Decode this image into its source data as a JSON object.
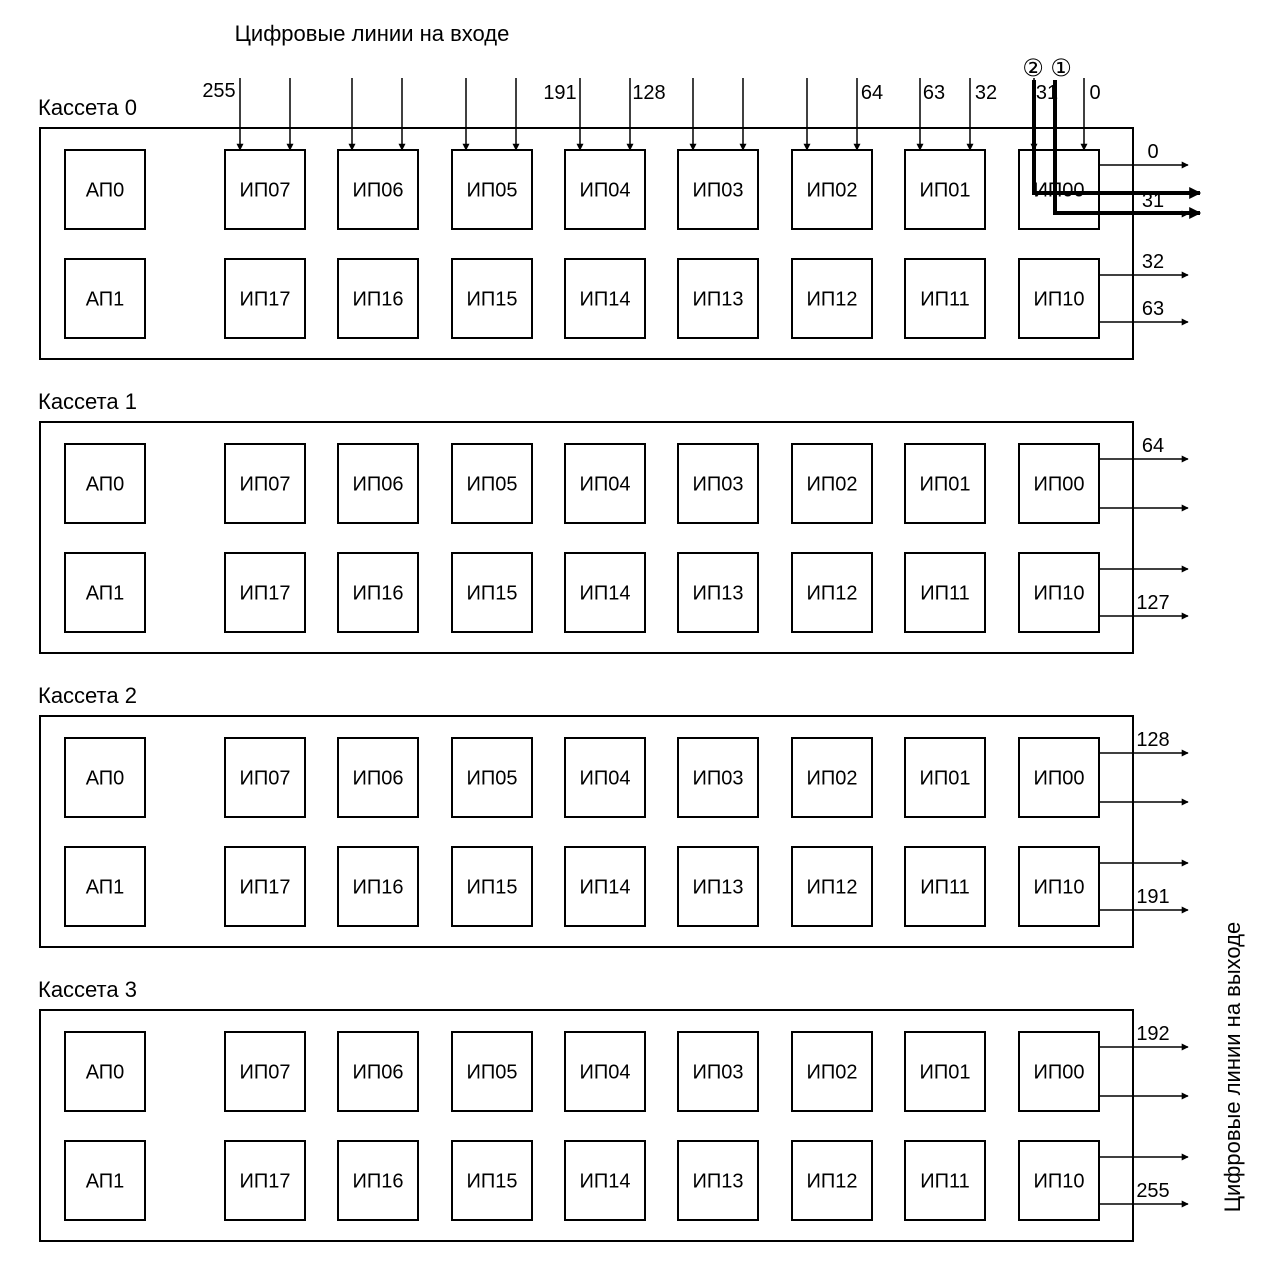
{
  "input_title": "Цифровые линии на входе",
  "output_title": "Цифровые линии на выходе",
  "cassettes": [
    {
      "title": "Кассета 0",
      "output_labels": [
        "0",
        "31",
        "32",
        "63"
      ]
    },
    {
      "title": "Кассета 1",
      "output_labels": [
        "64",
        "",
        "",
        "127"
      ]
    },
    {
      "title": "Кассета 2",
      "output_labels": [
        "128",
        "",
        "",
        "191"
      ]
    },
    {
      "title": "Кассета 3",
      "output_labels": [
        "192",
        "",
        "",
        "255"
      ]
    }
  ],
  "row0_blocks": [
    "АП0",
    "ИП07",
    "ИП06",
    "ИП05",
    "ИП04",
    "ИП03",
    "ИП02",
    "ИП01",
    "ИП00"
  ],
  "row1_blocks": [
    "АП1",
    "ИП17",
    "ИП16",
    "ИП15",
    "ИП14",
    "ИП13",
    "ИП12",
    "ИП11",
    "ИП10"
  ],
  "input_labels": [
    "255",
    "191",
    "128",
    "64",
    "63",
    "32",
    "31",
    "0"
  ],
  "circled_markers": [
    "②",
    "①"
  ]
}
